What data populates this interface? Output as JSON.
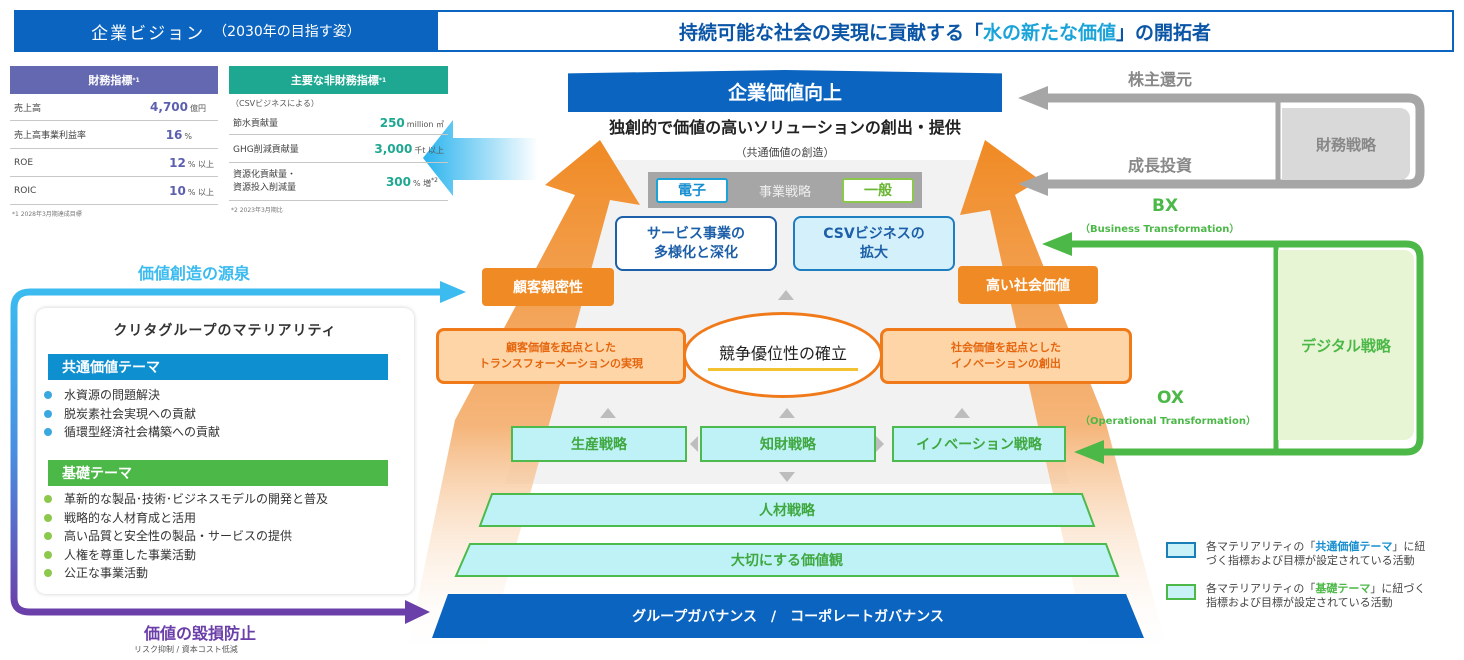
{
  "header": {
    "left_title": "企業ビジョン",
    "left_subtitle": "（2030年の目指す姿）",
    "right_title_pre": "持続可能な社会の実現に貢献する「",
    "right_title_highlight": "水の新たな価値",
    "right_title_post": "」の開拓者"
  },
  "financial": {
    "title": "財務指標",
    "title_note": "*1",
    "rows": [
      {
        "label": "売上高",
        "value": "4,700",
        "unit": "億円"
      },
      {
        "label": "売上高事業利益率",
        "value": "16",
        "unit": "%"
      },
      {
        "label": "ROE",
        "value": "12",
        "unit": "% 以上"
      },
      {
        "label": "ROIC",
        "value": "10",
        "unit": "% 以上"
      }
    ],
    "footnote": "*1 2028年3月期達成目標",
    "color": "#6468b0"
  },
  "non_financial": {
    "title": "主要な非財務指標",
    "title_note": "*1",
    "subtitle": "（CSVビジネスによる）",
    "rows": [
      {
        "label": "節水貢献量",
        "value": "250",
        "unit": "million ㎥"
      },
      {
        "label": "GHG削減貢献量",
        "value": "3,000",
        "unit": "千t 以上"
      },
      {
        "label": "資源化貢献量・",
        "label2": "資源投入削減量",
        "value": "300",
        "unit": "% 増",
        "note": "*2"
      }
    ],
    "footnote": "*2 2023年3月期比",
    "color": "#1fa891"
  },
  "center": {
    "top_banner": "企業価値向上",
    "solution": "独創的で価値の高いソリューションの創出・提供",
    "shared_value": "（共通価値の創造）",
    "business_strategy": {
      "left": "電子",
      "middle": "事業戦略",
      "right": "一般"
    },
    "service_box": [
      "サービス事業の",
      "多様化と深化"
    ],
    "csv_box": [
      "CSVビジネスの",
      "拡大"
    ],
    "customer_intimacy": "顧客親密性",
    "high_social_value": "高い社会価値",
    "left_transform": [
      "顧客価値を起点とした",
      "トランスフォーメーションの実現"
    ],
    "right_innovation": [
      "社会価値を起点とした",
      "イノベーションの創出"
    ],
    "competitive": "競争優位性の確立",
    "strategies": [
      "生産戦略",
      "知財戦略",
      "イノベーション戦略"
    ],
    "hr_strategy": "人材戦略",
    "values": "大切にする価値観",
    "governance": "グループガバナンス　/　コーポレートガバナンス"
  },
  "right": {
    "shareholder_return": "株主還元",
    "growth_investment": "成長投資",
    "financial_strategy": "財務戦略",
    "bx": "BX",
    "bx_sub": "（Business Transformation）",
    "ox": "OX",
    "ox_sub": "（Operational Transformation）",
    "digital_strategy": "デジタル戦略"
  },
  "left": {
    "value_source": "価値創造の源泉",
    "materiality_title": "クリタグループのマテリアリティ",
    "common_theme": "共通価値テーマ",
    "common_items": [
      "水資源の問題解決",
      "脱炭素社会実現への貢献",
      "循環型経済社会構築への貢献"
    ],
    "basic_theme": "基礎テーマ",
    "basic_items": [
      "革新的な製品･技術･ビジネスモデルの開発と普及",
      "戦略的な人材育成と活用",
      "高い品質と安全性の製品・サービスの提供",
      "人権を尊重した事業活動",
      "公正な事業活動"
    ],
    "value_protection": "価値の毀損防止",
    "value_protection_sub": "リスク抑制 / 資本コスト低減"
  },
  "legend": {
    "blue": {
      "pre": "各マテリアリティの「",
      "hl": "共通価値テーマ",
      "post": "」に紐づく指標および目標が設定されている活動"
    },
    "green": {
      "pre": "各マテリアリティの「",
      "hl": "基礎テーマ",
      "post": "」に紐づく指標および目標が設定されている活動"
    }
  },
  "colors": {
    "brand_blue": "#0a64c0",
    "orange": "#f08a24",
    "green": "#4cb848",
    "cyan": "#3bbbef",
    "purple": "#6b3fa9",
    "gray": "#a6a6a6"
  }
}
